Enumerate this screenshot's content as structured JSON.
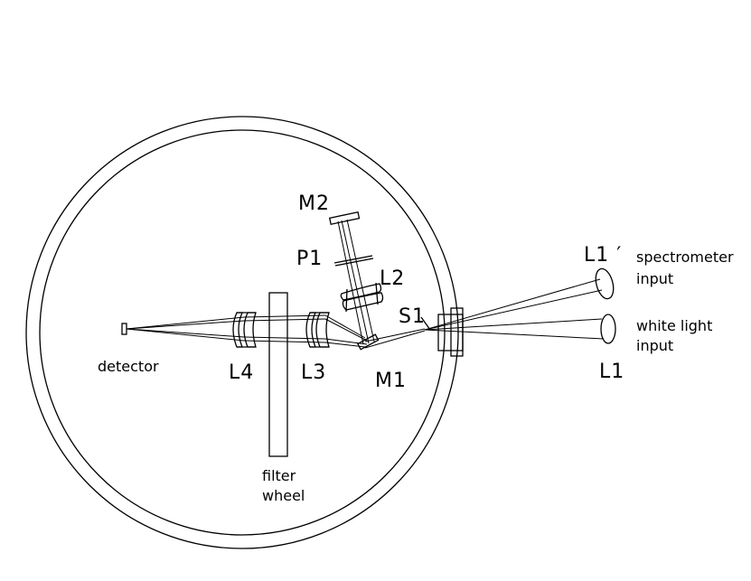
{
  "labels": {
    "m2": "M2",
    "p1": "P1",
    "l2": "L2",
    "s1": "S1",
    "l1_prime": "L1 ′",
    "spectrometer_input": [
      "spectrometer",
      "input"
    ],
    "white_light_input": [
      "white light",
      "input"
    ],
    "l1": "L1",
    "l4": "L4",
    "l3": "L3",
    "m1": "M1",
    "detector": "detector",
    "filter_wheel": [
      "filter",
      "wheel"
    ]
  }
}
